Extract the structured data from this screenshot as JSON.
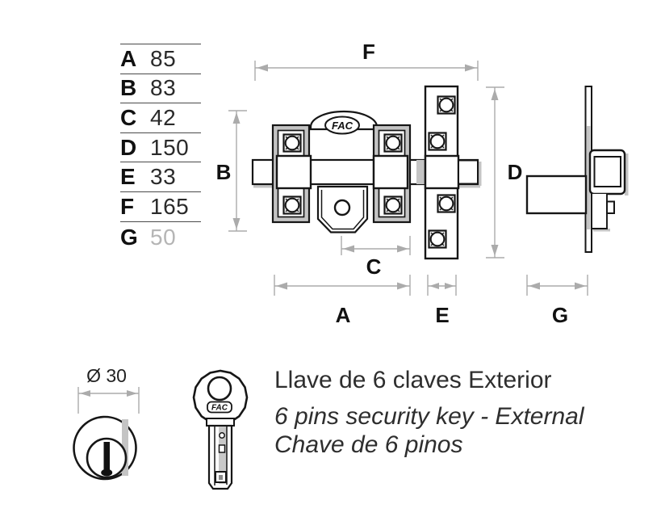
{
  "dim_table": {
    "rows": [
      {
        "letter": "A",
        "value": "85"
      },
      {
        "letter": "B",
        "value": "83"
      },
      {
        "letter": "C",
        "value": "42"
      },
      {
        "letter": "D",
        "value": "150"
      },
      {
        "letter": "E",
        "value": "33"
      },
      {
        "letter": "F",
        "value": "165"
      },
      {
        "letter": "G",
        "value": "50"
      }
    ]
  },
  "diagram": {
    "dim_labels": {
      "F": "F",
      "B": "B",
      "D": "D",
      "C": "C",
      "A": "A",
      "E": "E",
      "G": "G"
    },
    "cylinder_diameter_label": "Ø 30",
    "lock_brand_logo": "FAC",
    "key_brand_logo": "FAC"
  },
  "caption": {
    "line1_es": "Llave de 6 claves Exterior",
    "line2_en": "6 pins security key - External",
    "line3_pt": "Chave de 6 pinos"
  },
  "colors": {
    "outline": "#161616",
    "dimension_lines": "#ababab",
    "shading": "#c4c4c4",
    "muted_value": "#b5b5b5"
  }
}
